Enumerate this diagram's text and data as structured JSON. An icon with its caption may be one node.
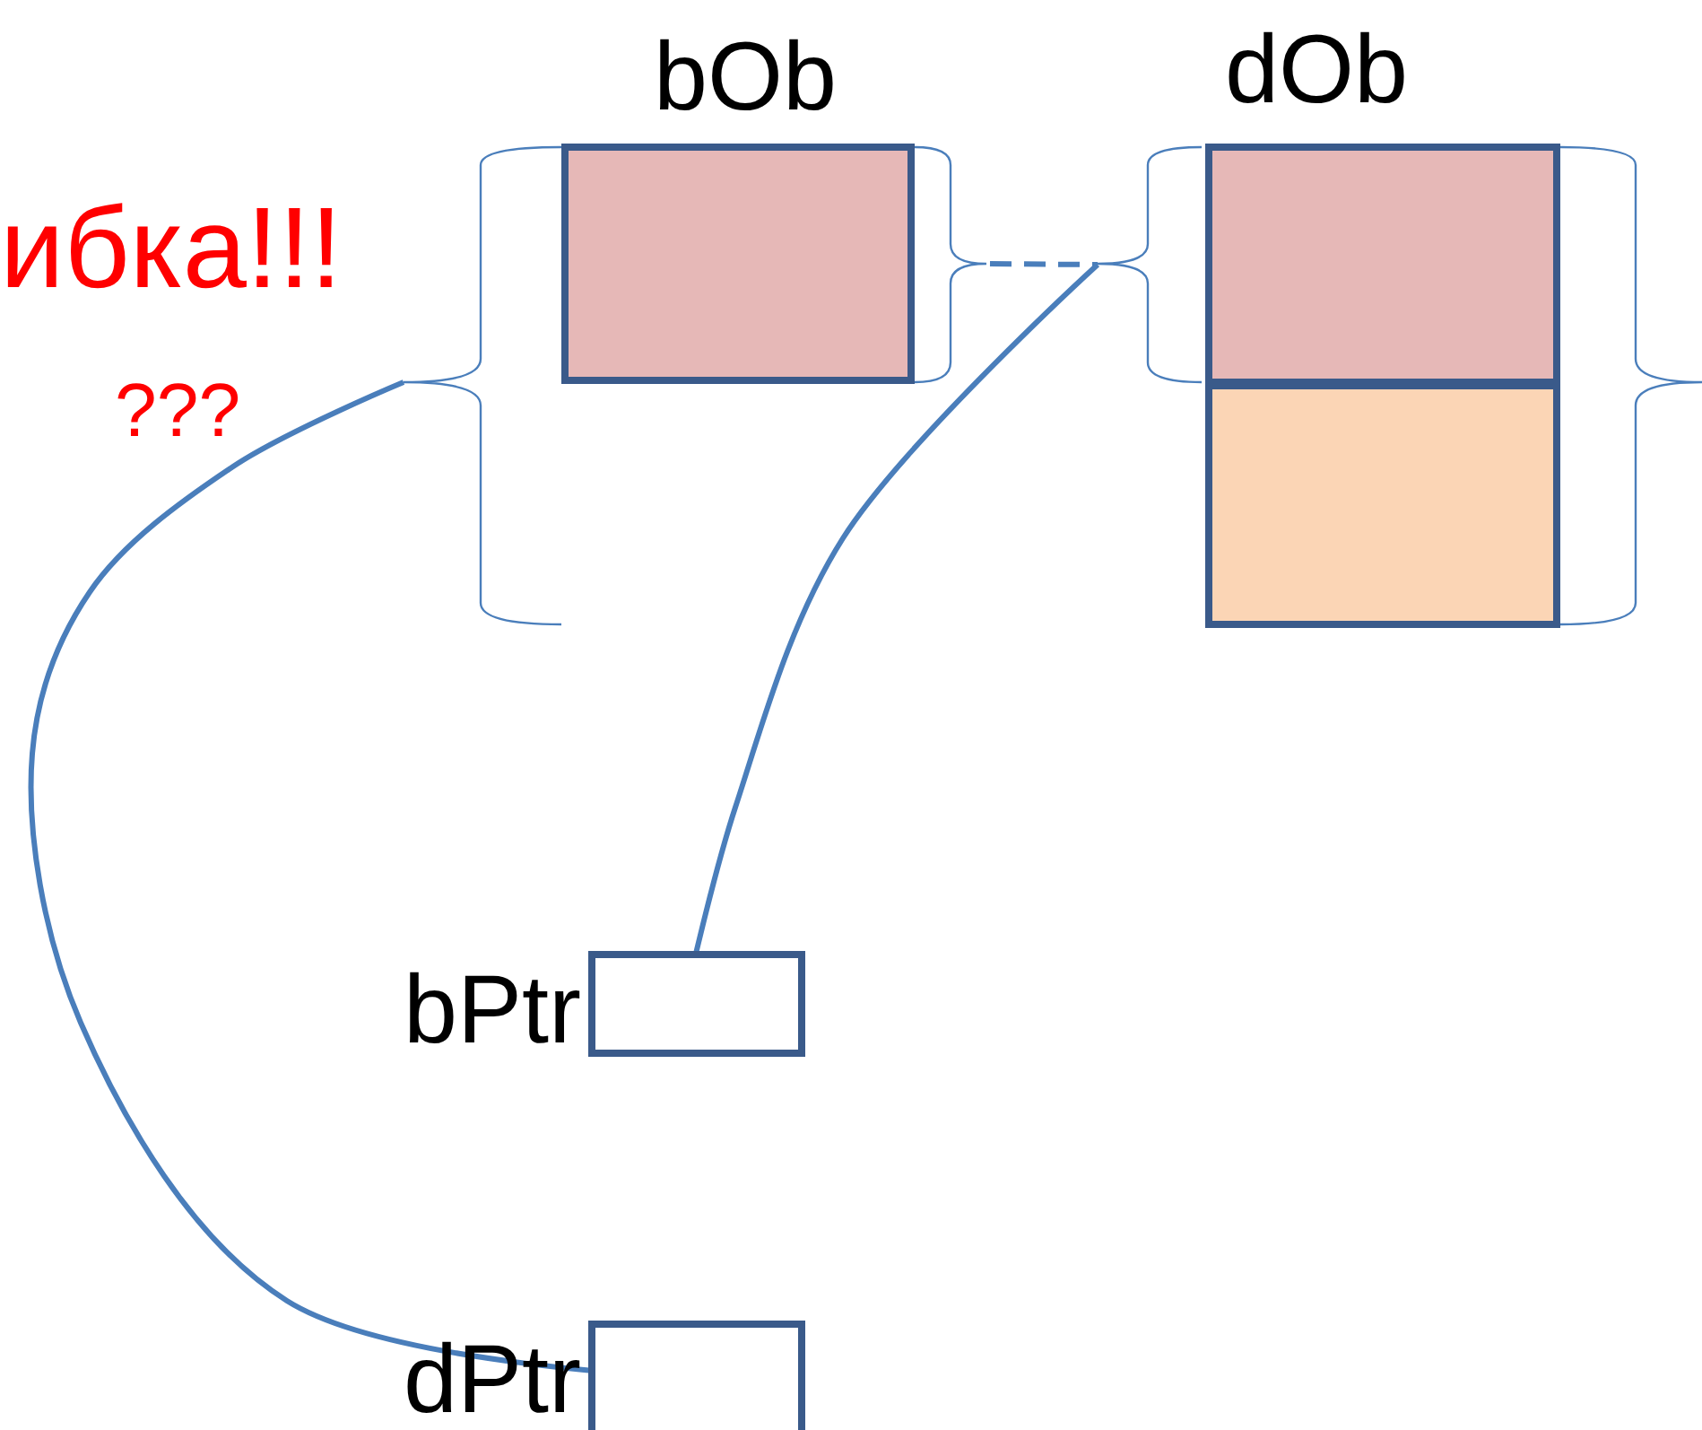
{
  "diagram": {
    "nodes": [
      {
        "text": [
          "bOb"
        ]
      },
      {
        "text": [
          "dOb"
        ]
      },
      {
        "text": [],
        "shape": "box",
        "in": 1
      },
      {
        "text": [],
        "shape": "box",
        "in": 1
      },
      {
        "text": [
          "bPtr"
        ]
      },
      {
        "text": [
          "dPtr"
        ]
      }
    ],
    "edges": [
      {
        "from": 0,
        "to": 2,
        "arrow": "none",
        "style": "dashed"
      },
      {
        "from": 4,
        "to": 2,
        "arrow": "none"
      },
      {
        "from": 5,
        "to": 0,
        "arrow": "none"
      }
    ],
    "labels": [
      "ибка!!!",
      "???"
    ]
  }
}
